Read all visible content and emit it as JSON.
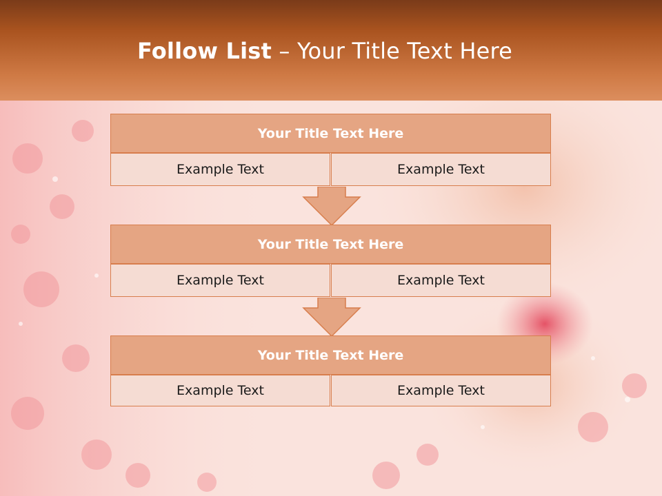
{
  "slide": {
    "title_bold": "Follow List",
    "title_rest": " – Your Title Text Here"
  },
  "steps": [
    {
      "heading": "Your Title Text Here",
      "left": "Example Text",
      "right": "Example Text"
    },
    {
      "heading": "Your Title Text Here",
      "left": "Example Text",
      "right": "Example Text"
    },
    {
      "heading": "Your Title Text Here",
      "left": "Example Text",
      "right": "Example Text"
    }
  ],
  "colors": {
    "header_dark": "#7a3b19",
    "header_light": "#dc8e5e",
    "block_header": "#e5a583",
    "block_border": "#d77d4c",
    "cell_fill": "#f5dcd3"
  }
}
